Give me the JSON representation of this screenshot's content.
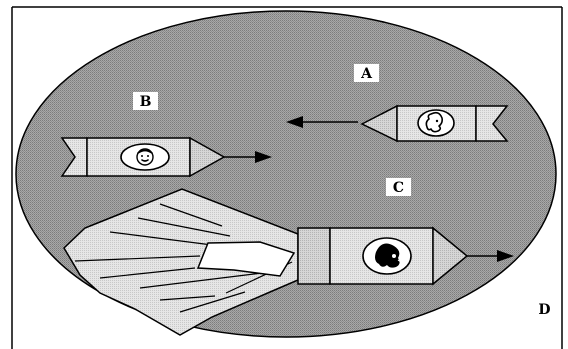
{
  "diagram": {
    "labels": {
      "a": "A",
      "b": "B",
      "c": "C",
      "d": "D"
    },
    "colors": {
      "background": "#ffffff",
      "ellipse_fill": "#9a9a9a",
      "label_box": "#ffffff",
      "body_fill": "#dedede",
      "cloud_fill": "#e2e2e2",
      "outline": "#000000"
    },
    "icons": [
      "face-icon",
      "face-icon",
      "face-icon",
      "arrow-icon"
    ]
  }
}
